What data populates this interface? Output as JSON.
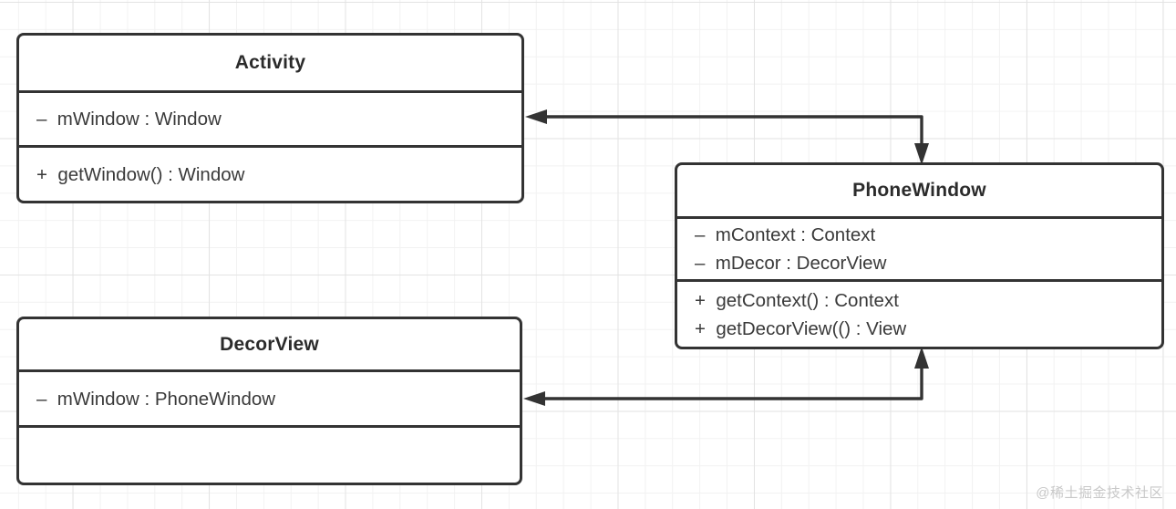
{
  "diagram": {
    "type": "uml-class-diagram",
    "background": "#ffffff",
    "grid_color": "#f2f2f2",
    "line_color": "#333333",
    "classes": [
      {
        "id": "activity",
        "name": "Activity",
        "attributes": [
          "–  mWindow : Window"
        ],
        "operations": [
          "+  getWindow() : Window"
        ]
      },
      {
        "id": "phonewindow",
        "name": "PhoneWindow",
        "attributes": [
          "–  mContext : Context",
          "–  mDecor : DecorView"
        ],
        "operations": [
          "+  getContext() : Context",
          "+  getDecorView(() : View"
        ]
      },
      {
        "id": "decorview",
        "name": "DecorView",
        "attributes": [
          "–  mWindow : PhoneWindow"
        ],
        "operations": [
          ""
        ]
      }
    ],
    "connectors": [
      {
        "id": "activity-phonewindow",
        "from": "Activity",
        "to": "PhoneWindow",
        "style": "double-headed-orthogonal"
      },
      {
        "id": "phonewindow-decorview",
        "from": "PhoneWindow",
        "to": "DecorView",
        "style": "double-headed-orthogonal"
      }
    ]
  },
  "watermark": {
    "text": "@稀土掘金技术社区",
    "color": "#c8c8c8"
  }
}
